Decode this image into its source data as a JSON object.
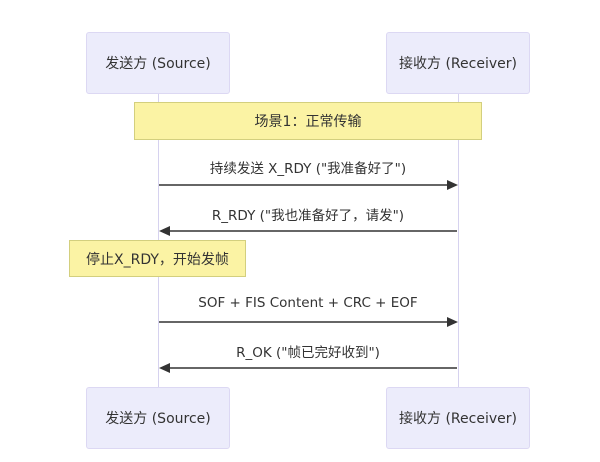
{
  "diagram": {
    "type": "sequence",
    "participants": [
      {
        "id": "source",
        "label": "发送方 (Source)"
      },
      {
        "id": "receiver",
        "label": "接收方 (Receiver)"
      }
    ],
    "notes": [
      {
        "label": "场景1：正常传输",
        "over": [
          "source",
          "receiver"
        ]
      },
      {
        "label": "停止X_RDY，开始发帧",
        "over": [
          "source"
        ]
      }
    ],
    "messages": [
      {
        "from": "source",
        "to": "receiver",
        "label": "持续发送 X_RDY (\"我准备好了\")"
      },
      {
        "from": "receiver",
        "to": "source",
        "label": "R_RDY (\"我也准备好了，请发\")"
      },
      {
        "from": "source",
        "to": "receiver",
        "label": "SOF + FIS Content + CRC + EOF"
      },
      {
        "from": "receiver",
        "to": "source",
        "label": "R_OK (\"帧已完好收到\")"
      }
    ],
    "colors": {
      "actor_fill": "#ececfb",
      "actor_border": "#dcd8f3",
      "note_fill": "#fbf3a4",
      "note_border": "#d3cf7e",
      "arrow": "#333333",
      "lifeline": "#d6d2ef"
    }
  }
}
